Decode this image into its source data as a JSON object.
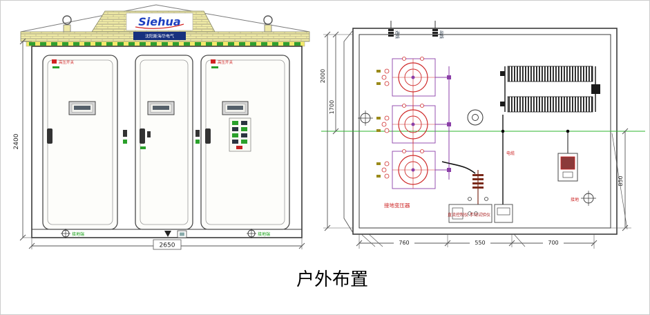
{
  "caption": "户外布置",
  "brand": {
    "logo": "Siehua",
    "tagline": "沈阳斯海华电气"
  },
  "front_view": {
    "dim_height": "2400",
    "dim_width": "2650",
    "door_tag": "高压开关",
    "ground_left": "接地端",
    "ground_right": "接地端"
  },
  "plan_view": {
    "dim_depth": "2000",
    "dim_inner": "1700",
    "dim_right": "850",
    "dim_bottom_1": "760",
    "dim_bottom_2": "550",
    "dim_bottom_3": "700",
    "transformer_label": "接地变压器",
    "control_label": "直流控制仪 手动试验仪",
    "cable_label": "电缆",
    "ground_label": "接地",
    "top_label_1": "进线",
    "top_label_2": "出线"
  }
}
